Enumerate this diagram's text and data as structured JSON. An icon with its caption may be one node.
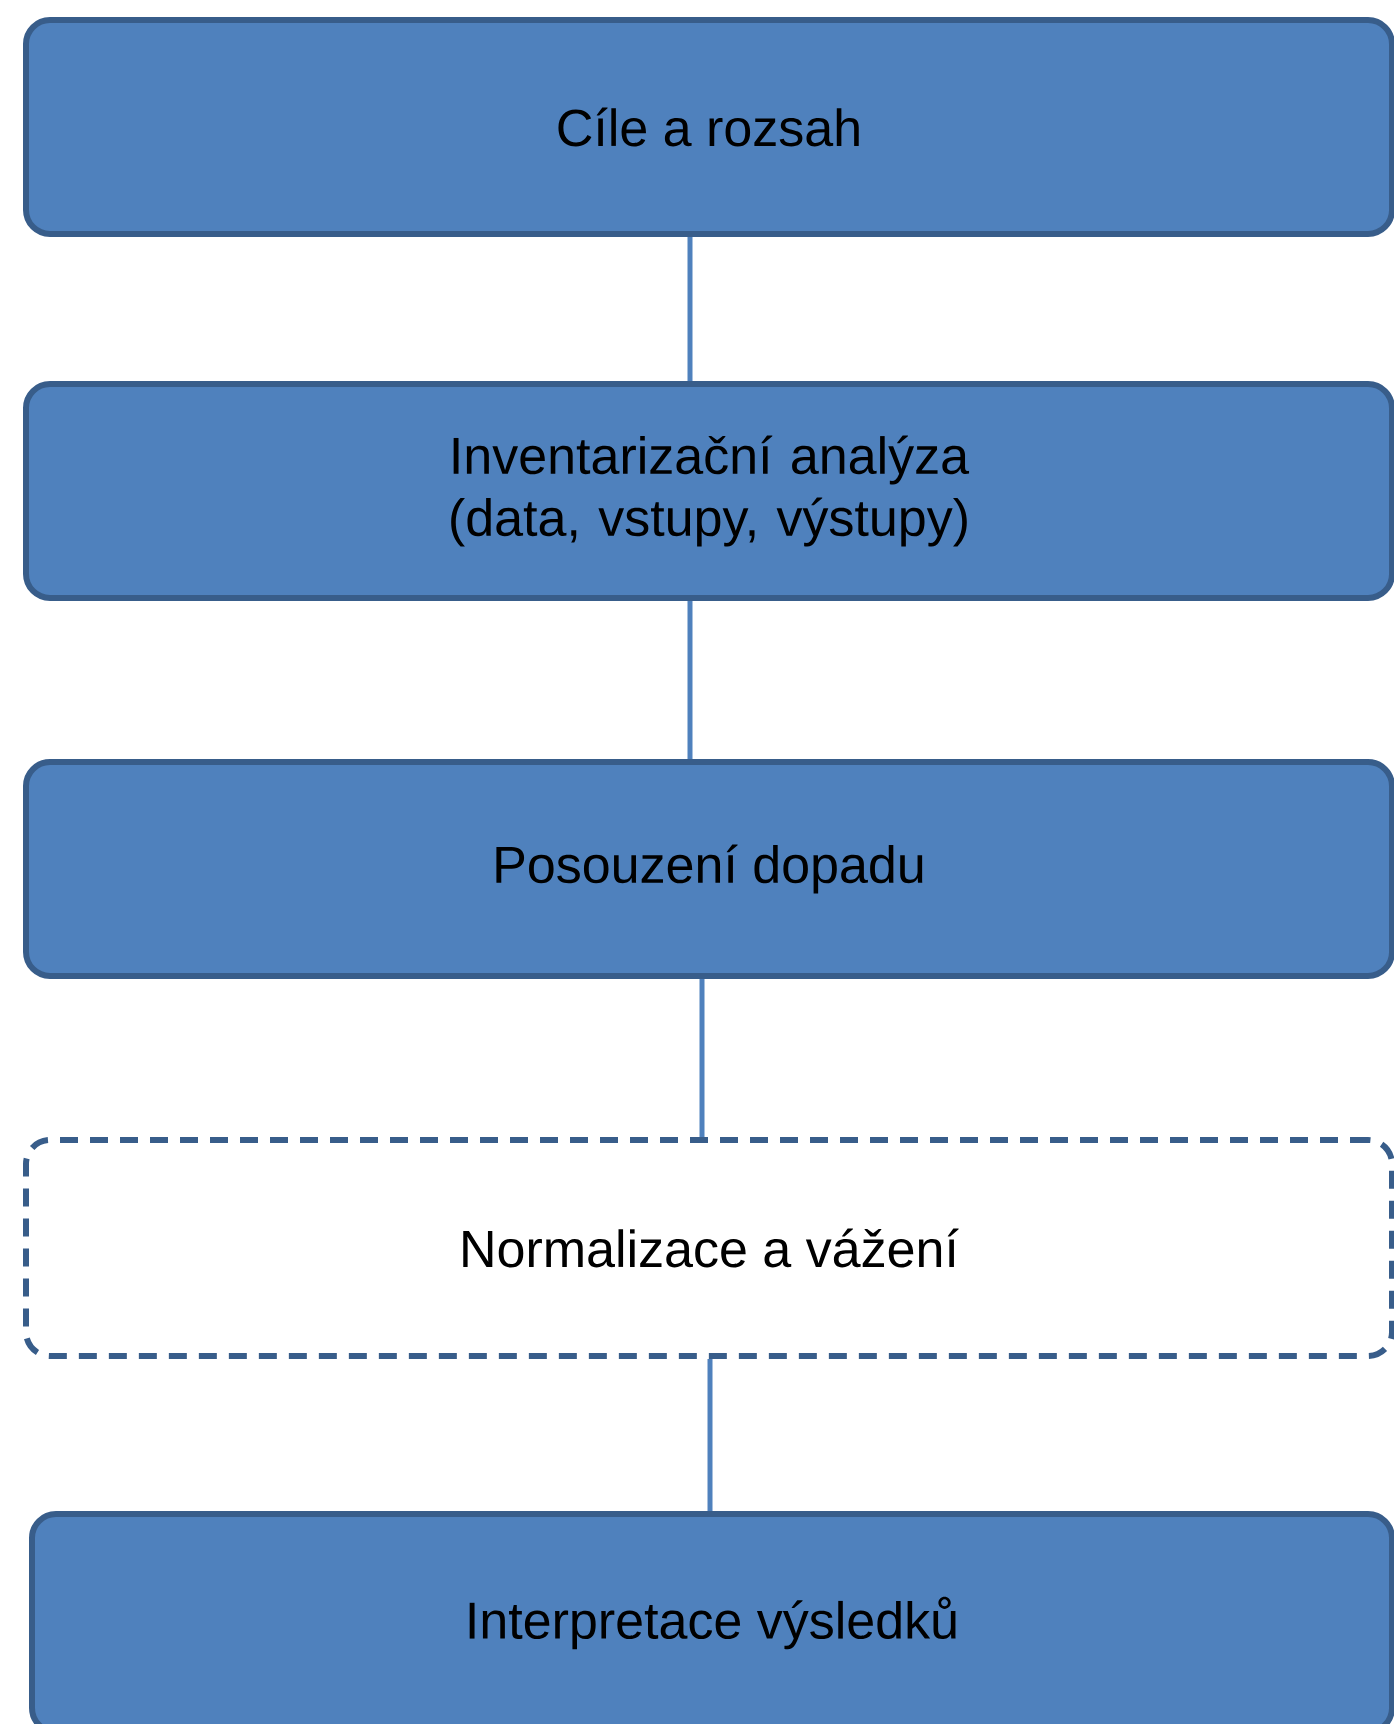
{
  "diagram": {
    "nodes": [
      {
        "text": [
          "Cíle a rozsah"
        ]
      },
      {
        "text": [
          "Inventarizační analýza (data, vstupy, výstupy)"
        ]
      },
      {
        "text": [
          "Posouzení dopadu"
        ]
      },
      {
        "text": [
          "Normalizace a vážení"
        ]
      },
      {
        "text": [
          "Interpretace výsledků"
        ]
      }
    ],
    "edges": [
      {
        "from": 0,
        "to": 1,
        "arrow": "none"
      },
      {
        "from": 1,
        "to": 2,
        "arrow": "none"
      },
      {
        "from": 2,
        "to": 3,
        "arrow": "none"
      },
      {
        "from": 3,
        "to": 4,
        "arrow": "none"
      }
    ]
  }
}
